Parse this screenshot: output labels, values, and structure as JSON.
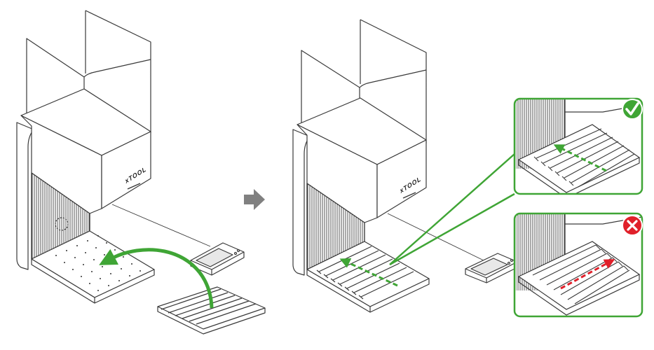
{
  "brand": "xTOOL",
  "colors": {
    "line": "#3a3a3a",
    "green": "#3fa535",
    "red": "#e0202a",
    "arrow_gray": "#808080",
    "white": "#ffffff"
  },
  "icons": {
    "step_arrow": "right-arrow-icon",
    "correct": "check-icon",
    "incorrect": "cross-icon"
  },
  "insets": [
    {
      "verdict": "correct",
      "arrow_direction": "left"
    },
    {
      "verdict": "incorrect",
      "arrow_direction": "right"
    }
  ]
}
